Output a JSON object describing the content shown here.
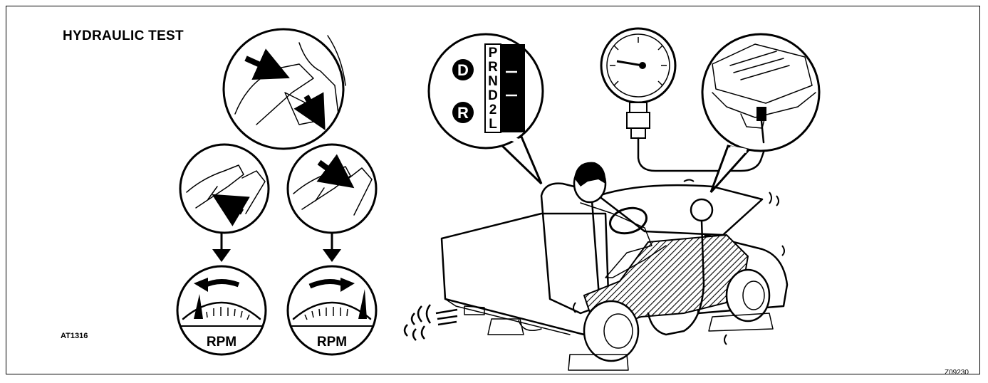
{
  "title": "HYDRAULIC TEST",
  "figure_code_left": "AT1316",
  "figure_code_right": "Z09230",
  "selector": {
    "badges": [
      "D",
      "R"
    ],
    "positions": [
      "P",
      "R",
      "N",
      "D",
      "2",
      "L"
    ]
  },
  "tachometers": [
    {
      "label": "RPM",
      "arrow_direction": "left"
    },
    {
      "label": "RPM",
      "arrow_direction": "right"
    }
  ]
}
